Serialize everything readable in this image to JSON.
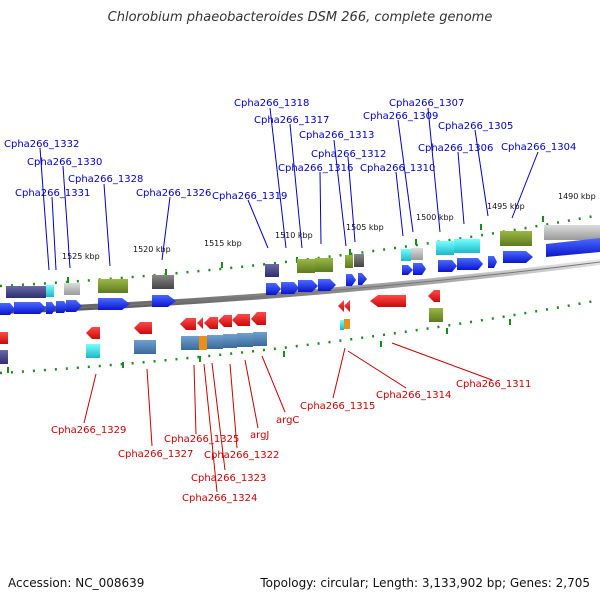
{
  "title": "Chlorobium phaeobacteroides DSM 266, complete genome",
  "footer": {
    "accession": "Accession: NC_008639",
    "stats": "Topology: circular; Length: 3,133,902 bp; Genes: 2,705"
  },
  "scale_labels": [
    "1525 kbp",
    "1520 kbp",
    "1515 kbp",
    "1510 kbp",
    "1505 kbp",
    "1500 kbp",
    "1495 kbp",
    "1490 kbp"
  ],
  "top_genes": [
    "Cpha266_1318",
    "Cpha266_1307",
    "Cpha266_1317",
    "Cpha266_1309",
    "Cpha266_1305",
    "Cpha266_1332",
    "Cpha266_1313",
    "Cpha266_1306",
    "Cpha266_1304",
    "Cpha266_1330",
    "Cpha266_1312",
    "Cpha266_1316",
    "Cpha266_1310",
    "Cpha266_1328",
    "Cpha266_1331",
    "Cpha266_1326",
    "Cpha266_1319"
  ],
  "bottom_genes": [
    "Cpha266_1311",
    "Cpha266_1315",
    "Cpha266_1314",
    "argC",
    "Cpha266_1329",
    "argJ",
    "Cpha266_1325",
    "Cpha266_1327",
    "Cpha266_1322",
    "Cpha266_1323",
    "Cpha266_1324"
  ],
  "colors": {
    "forward_label": "#0000cc",
    "reverse_label": "#cc0000",
    "forward_gene": "#0a14e6",
    "reverse_gene": "#e60f0f",
    "tick": "#1a8c1a"
  }
}
